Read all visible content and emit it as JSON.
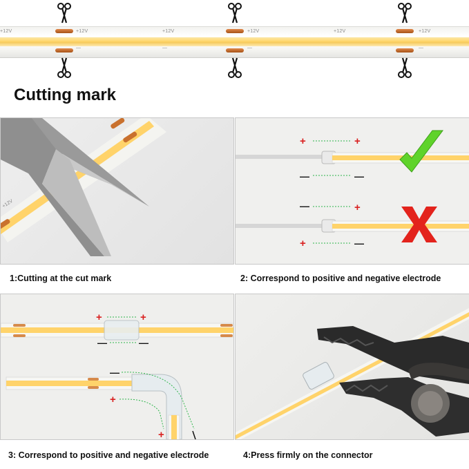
{
  "header": {
    "title": "Cutting mark",
    "strip_label_plus": "+12V",
    "strip_label_minus": "—"
  },
  "steps": [
    {
      "caption": "1:Cutting at the cut mark"
    },
    {
      "caption": "2: Correspond to positive and negative electrode"
    },
    {
      "caption": "3: Correspond to positive and negative electrode"
    },
    {
      "caption": "4:Press firmly on the connector"
    }
  ],
  "polarity": {
    "plus": "+",
    "minus": "—"
  },
  "colors": {
    "led": "#ffd66b",
    "pad": "#c66a2b",
    "correct": "#5fd32a",
    "wrong": "#e3231c",
    "plus": "#d92020",
    "guide": "#2db54a"
  },
  "icons": [
    "scissors-icon",
    "check-mark-icon",
    "cross-mark-icon"
  ]
}
